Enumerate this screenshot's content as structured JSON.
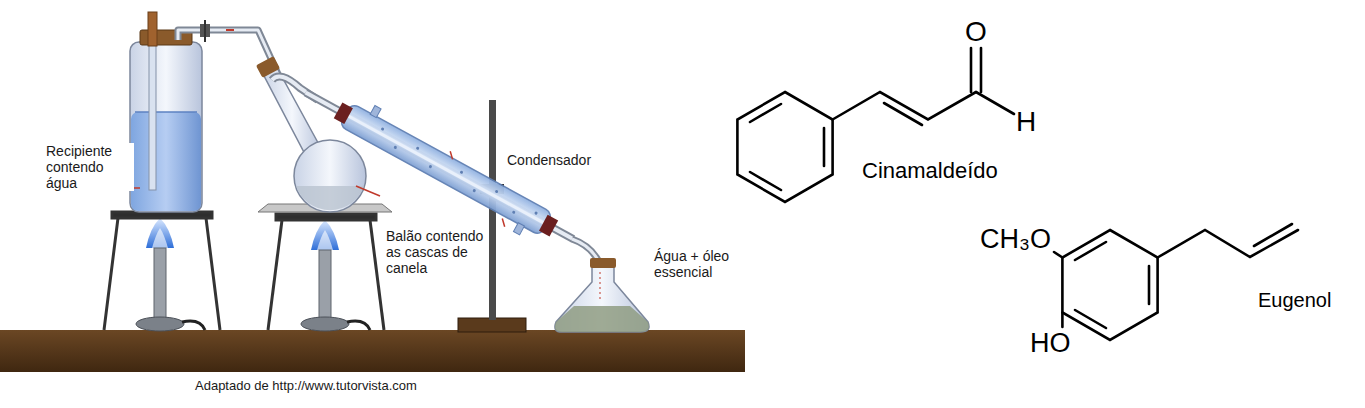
{
  "diagram": {
    "caption": "Adaptado de http://www.tutorvista.com",
    "labels": [
      "Recipiente contendo água",
      "Condensador",
      "Balão contendo as cascas de canela",
      "Água + óleo essencial",
      "O",
      "H",
      "Cinamaldeído",
      "CH₃O",
      "HO",
      "Eugenol"
    ]
  }
}
